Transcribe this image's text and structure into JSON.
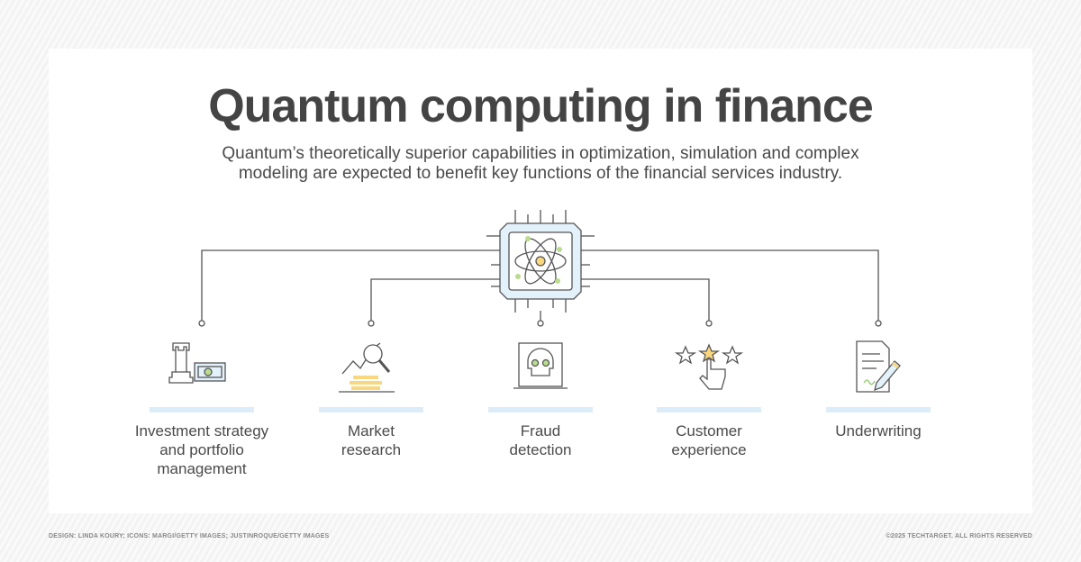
{
  "title": "Quantum computing in finance",
  "subtitle_lines": [
    "Quantum’s theoretically superior capabilities in optimization, simulation and complex",
    "modeling are expected to benefit key functions of the financial services industry."
  ],
  "center_icon": "quantum-chip-icon",
  "items": [
    {
      "label_lines": [
        "Investment strategy",
        "and portfolio",
        "management"
      ],
      "icon": "chess-rook-money-icon"
    },
    {
      "label_lines": [
        "Market",
        "research"
      ],
      "icon": "magnifier-chart-coins-icon"
    },
    {
      "label_lines": [
        "Fraud",
        "detection"
      ],
      "icon": "skull-laptop-icon"
    },
    {
      "label_lines": [
        "Customer",
        "experience"
      ],
      "icon": "star-rating-hand-icon"
    },
    {
      "label_lines": [
        "Underwriting"
      ],
      "icon": "document-signing-icon"
    }
  ],
  "credits": {
    "left": "DESIGN: LINDA KOURY; ICONS: MARGI/GETTY IMAGES; JUSTINROQUE/GETTY IMAGES",
    "right": "©2025 TECHTARGET. ALL RIGHTS RESERVED"
  },
  "colors": {
    "accent_blue": "#dcedf9",
    "yellow": "#f9d77e",
    "green": "#b9dc8f",
    "ink": "#555555"
  }
}
